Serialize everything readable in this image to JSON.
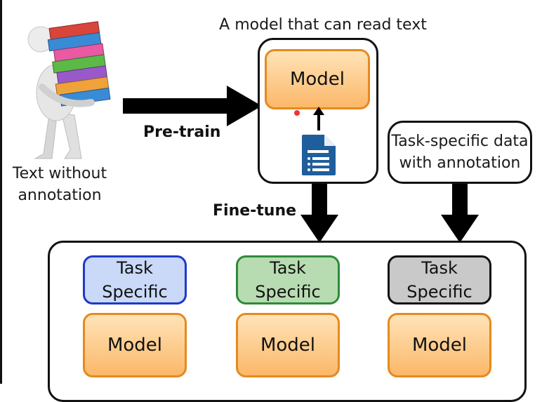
{
  "source_label": [
    "Text without",
    "annotation"
  ],
  "pretrain_label": "Pre-train",
  "pretrained_model": {
    "caption": "A model that can read text",
    "label": "Model"
  },
  "task_data_label": [
    "Task-specific data",
    "with annotation"
  ],
  "finetune_label": "Fine-tune",
  "tasks": [
    {
      "line1": "Task",
      "line2": "Specific",
      "model": "Model",
      "color": "#c9d9f7",
      "border": "#1e3ac8"
    },
    {
      "line1": "Task",
      "line2": "Specific",
      "model": "Model",
      "color": "#b7dcb1",
      "border": "#2e8b3a"
    },
    {
      "line1": "Task",
      "line2": "Specific",
      "model": "Model",
      "color": "#c9c9c9",
      "border": "#111111"
    }
  ],
  "colors": {
    "model_fill": "#fbb869",
    "model_border": "#e58a1f",
    "document_icon": "#1f5e9c"
  }
}
